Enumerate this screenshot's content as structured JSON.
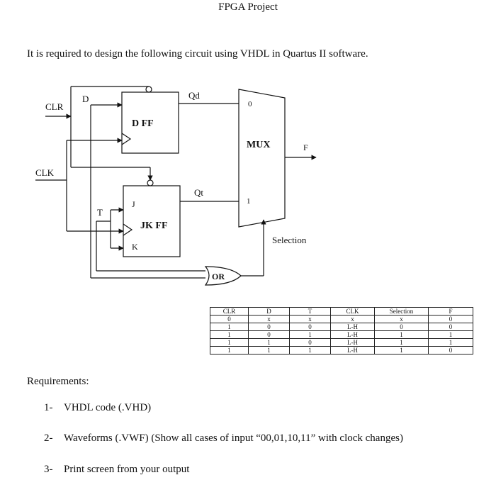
{
  "title": "FPGA Project",
  "intro": "It is required to design the following circuit using VHDL in Quartus II software.",
  "diagram": {
    "labels": {
      "clr": "CLR",
      "d": "D",
      "qd": "Qd",
      "dff": "D FF",
      "clk": "CLK",
      "t": "T",
      "j": "J",
      "k": "K",
      "jkff": "JK FF",
      "qt": "Qt",
      "mux": "MUX",
      "mux_in0": "0",
      "mux_in1": "1",
      "f": "F",
      "selection": "Selection",
      "or": "OR"
    }
  },
  "truth_table": {
    "headers": [
      "CLR",
      "D",
      "T",
      "CLK",
      "Selection",
      "F"
    ],
    "rows": [
      [
        "0",
        "x",
        "x",
        "x",
        "x",
        "0"
      ],
      [
        "1",
        "0",
        "0",
        "L-H",
        "0",
        "0"
      ],
      [
        "1",
        "0",
        "1",
        "L-H",
        "1",
        "1"
      ],
      [
        "1",
        "1",
        "0",
        "L-H",
        "1",
        "1"
      ],
      [
        "1",
        "1",
        "1",
        "L-H",
        "1",
        "0"
      ]
    ]
  },
  "requirements": {
    "heading": "Requirements:",
    "items": [
      {
        "num": "1-",
        "text": "VHDL code (.VHD)"
      },
      {
        "num": "2-",
        "text": "Waveforms (.VWF) (Show all cases of input “00,01,10,11” with clock changes)"
      },
      {
        "num": "3-",
        "text": "Print screen from your output"
      }
    ]
  }
}
